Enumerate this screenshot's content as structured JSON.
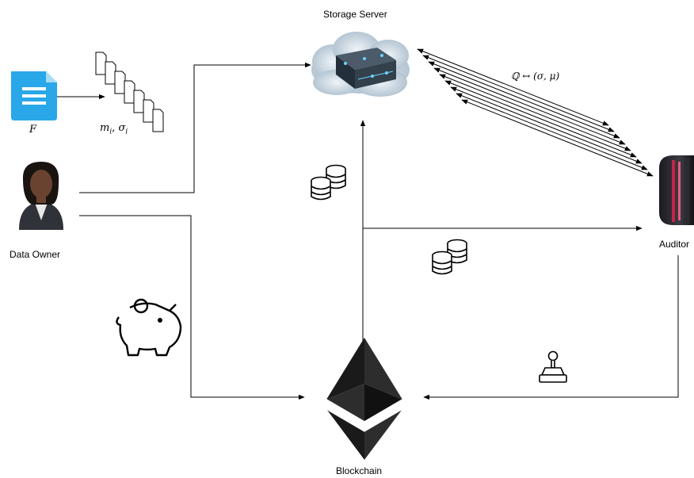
{
  "nodes": {
    "storage_server": "Storage Server",
    "data_owner": "Data Owner",
    "auditor": "Auditor",
    "blockchain": "Blockchain"
  },
  "math": {
    "file": "F",
    "blocks": "m",
    "blocks_sub": "i",
    "sep": ", ",
    "tags": "σ",
    "tags_sub": "i",
    "challenge": "ℚ ↔ (σ, μ)"
  },
  "icons": [
    "file-icon",
    "document-stack-icon",
    "person-icon",
    "cloud-server-icon",
    "camera-lens-icon",
    "coins-icon",
    "piggy-bank-icon",
    "stamp-icon",
    "ethereum-icon"
  ]
}
